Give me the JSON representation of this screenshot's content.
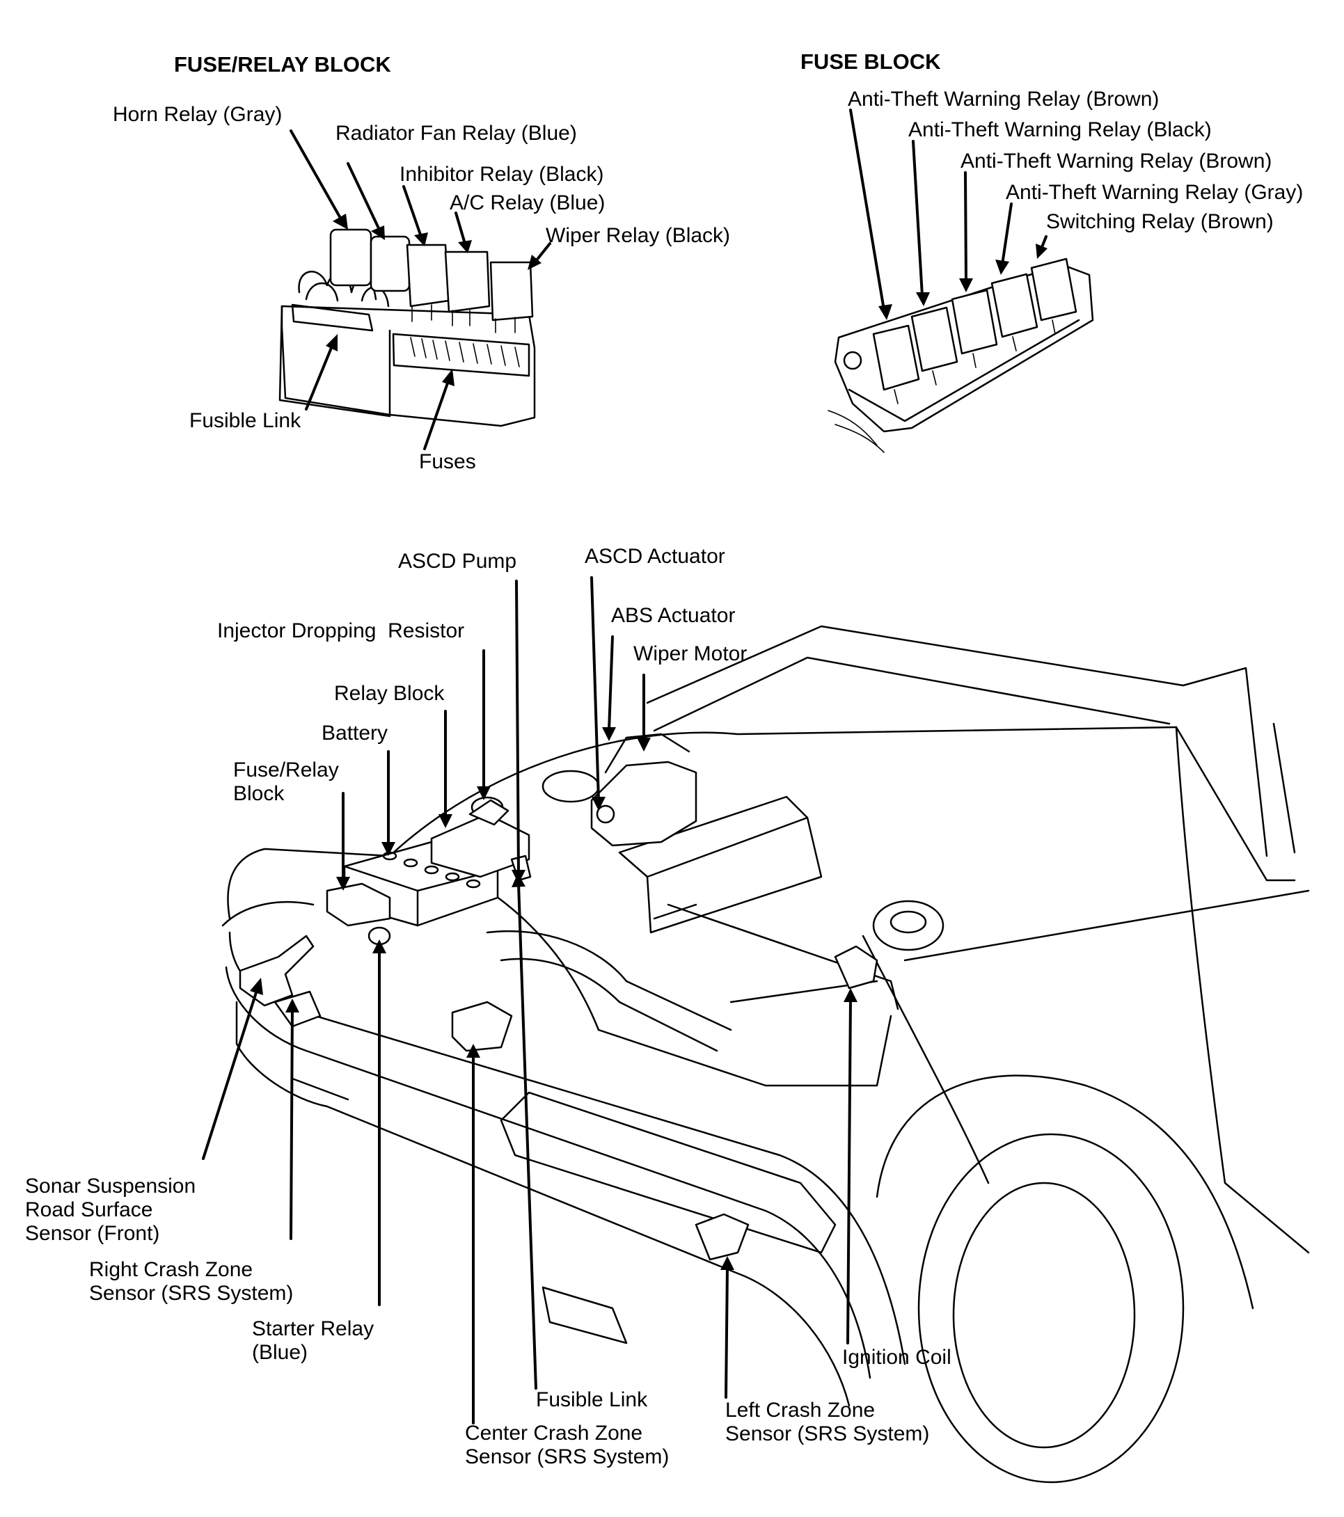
{
  "headings": {
    "fuse_relay_block": "FUSE/RELAY BLOCK",
    "fuse_block": "FUSE BLOCK"
  },
  "fuse_relay_block_labels": {
    "horn_relay": "Horn Relay (Gray)",
    "radiator_fan_relay": "Radiator Fan Relay (Blue)",
    "inhibitor_relay": "Inhibitor Relay (Black)",
    "ac_relay": "A/C Relay (Blue)",
    "wiper_relay": "Wiper Relay (Black)",
    "fusible_link": "Fusible Link",
    "fuses": "Fuses"
  },
  "fuse_block_labels": {
    "anti_theft_relay_1": "Anti-Theft Warning Relay (Brown)",
    "anti_theft_relay_2": "Anti-Theft Warning Relay (Black)",
    "anti_theft_relay_3": "Anti-Theft Warning Relay (Brown)",
    "anti_theft_relay_4": "Anti-Theft Warning Relay (Gray)",
    "switching_relay": "Switching Relay (Brown)"
  },
  "engine_bay_labels": {
    "ascd_pump": "ASCD Pump",
    "ascd_actuator": "ASCD Actuator",
    "abs_actuator": "ABS Actuator",
    "wiper_motor": "Wiper Motor",
    "injector_dropping_resistor": "Injector Dropping  Resistor",
    "relay_block": "Relay Block",
    "battery": "Battery",
    "fuse_relay_block": "Fuse/Relay\nBlock",
    "sonar_sensor": "Sonar Suspension\nRoad Surface\nSensor (Front)",
    "right_crash_sensor": "Right Crash Zone\nSensor (SRS System)",
    "starter_relay": "Starter Relay\n(Blue)",
    "fusible_link": "Fusible Link",
    "center_crash_sensor": "Center Crash Zone\nSensor (SRS System)",
    "left_crash_sensor": "Left Crash Zone\nSensor (SRS System)",
    "ignition_coil": "Ignition Coil"
  }
}
